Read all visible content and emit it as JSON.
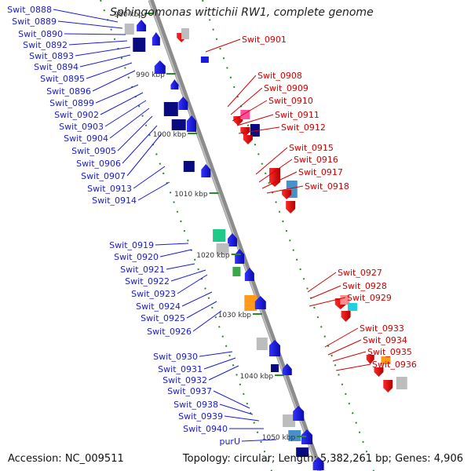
{
  "title": "Sphingomonas wittichii RW1, complete genome",
  "footer_left": "Accession: NC_009511",
  "footer_right": "Topology: circular; Length: 5,382,261 bp; Genes: 4,906",
  "kbp_ticks": [
    "980 kbp",
    "990 kbp",
    "1000 kbp",
    "1010 kbp",
    "1020 kbp",
    "1030 kbp",
    "1040 kbp",
    "1050 kbp"
  ],
  "labels_left": [
    "Swit_0888",
    "Swit_0889",
    "Swit_0890",
    "Swit_0892",
    "Swit_0893",
    "Swit_0894",
    "Swit_0895",
    "Swit_0896",
    "Swit_0899",
    "Swit_0902",
    "Swit_0903",
    "Swit_0904",
    "Swit_0905",
    "Swit_0906",
    "Swit_0907",
    "Swit_0913",
    "Swit_0914",
    "Swit_0919",
    "Swit_0920",
    "Swit_0921",
    "Swit_0922",
    "Swit_0923",
    "Swit_0924",
    "Swit_0925",
    "Swit_0926",
    "Swit_0930",
    "Swit_0931",
    "Swit_0932",
    "Swit_0937",
    "Swit_0938",
    "Swit_0939",
    "Swit_0940",
    "purU"
  ],
  "labels_right": [
    "Swit_0901",
    "Swit_0908",
    "Swit_0909",
    "Swit_0910",
    "Swit_0911",
    "Swit_0912",
    "Swit_0915",
    "Swit_0916",
    "Swit_0917",
    "Swit_0918",
    "Swit_0927",
    "Swit_0928",
    "Swit_0929",
    "Swit_0933",
    "Swit_0934",
    "Swit_0935",
    "Swit_0936"
  ],
  "colors": {
    "forward_gene": "#1a1adc",
    "reverse_gene": "#e60000",
    "backbone": "#888888",
    "tick": "#1e7a1e",
    "label_left": "#1a1adc",
    "label_right": "#d40000"
  }
}
